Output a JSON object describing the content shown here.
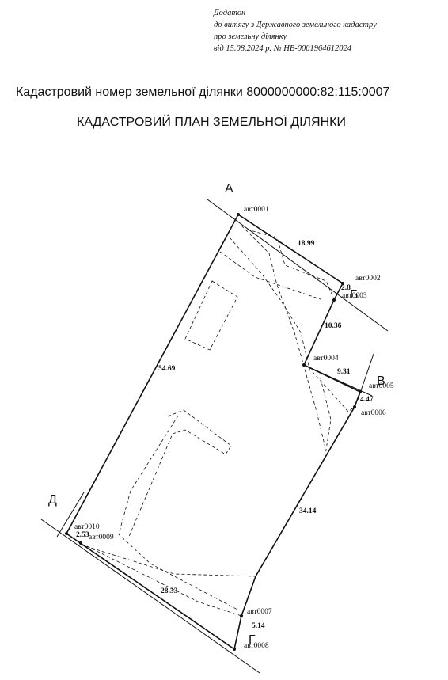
{
  "appendix": {
    "line1": "Додаток",
    "line2": "до витягу з Державного земельного кадастру",
    "line3": "про земельну ділянку",
    "line4": "від 15.08.2024 р. № НВ-0001964612024"
  },
  "header": {
    "cadastral_label": "Кадастровий номер земельної ділянки ",
    "cadastral_number": "8000000000:82:115:0007",
    "plan_title": "КАДАСТРОВИЙ ПЛАН ЗЕМЕЛЬНОЇ ДІЛЯНКИ"
  },
  "plan": {
    "corners": {
      "a": "А",
      "b": "Б",
      "v": "В",
      "g": "Г",
      "d": "Д"
    },
    "points": {
      "p1": "авт0001",
      "p2": "авт0002",
      "p3": "авт0003",
      "p4": "авт0004",
      "p5": "авт0005",
      "p6": "авт0006",
      "p7": "авт0007",
      "p8": "авт0008",
      "p9": "авт0009",
      "p10": "авт0010"
    },
    "lengths": {
      "l1": "18.99",
      "l2": "2.8",
      "l3": "10.36",
      "l4": "9.31",
      "l5": "4.47",
      "l6": "34.14",
      "l7": "5.14",
      "l8": "28.33",
      "l9": "2.53",
      "l10": "54.69"
    },
    "colors": {
      "line": "#111111"
    }
  }
}
